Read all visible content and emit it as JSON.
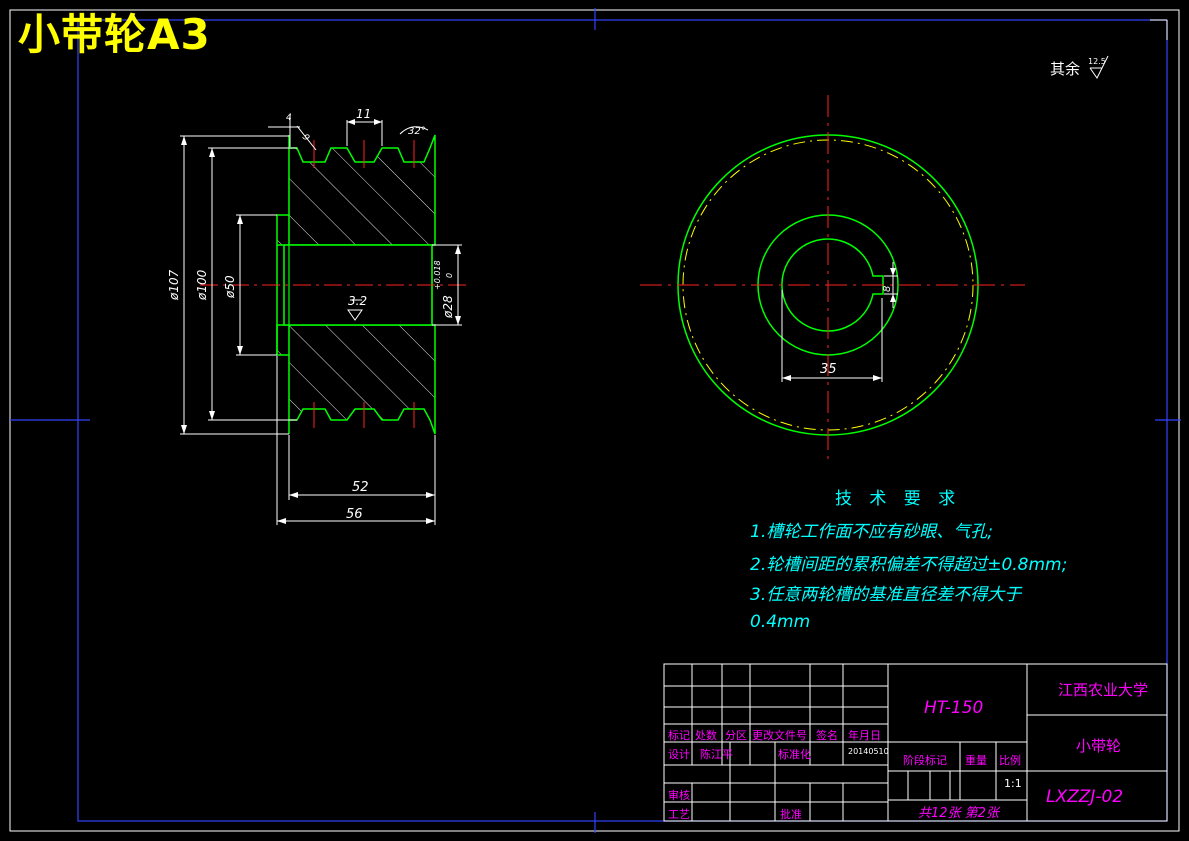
{
  "title": "小带轮A3",
  "surface_note": {
    "text": "其余",
    "roughness": "12.5"
  },
  "section_view": {
    "dims": {
      "groove_top": "11",
      "groove_angle": "32°",
      "groove_edge_a": "4",
      "groove_edge_b": "9",
      "dia_outer": "ø107",
      "dia_pitch": "ø100",
      "dia_hub": "ø50",
      "dia_bore": "ø28",
      "bore_tol_upper": "+0.018",
      "bore_tol_lower": "0",
      "roughness_bore": "3.2",
      "width_body": "52",
      "width_total": "56"
    }
  },
  "end_view": {
    "dims": {
      "hub_dia": "35",
      "keyway": "8"
    }
  },
  "requirements": {
    "heading": "技 术 要 求",
    "items": [
      "1.槽轮工作面不应有砂眼、气孔;",
      "2.轮槽间距的累积偏差不得超过±0.8mm;",
      "3.任意两轮槽的基准直径差不得大于",
      "0.4mm"
    ]
  },
  "title_block": {
    "material": "HT-150",
    "school": "江西农业大学",
    "part_name": "小带轮",
    "drawing_no": "LXZZJ-02",
    "header_labels": [
      "标记",
      "处数",
      "分区",
      "更改文件号",
      "签名",
      "年月日"
    ],
    "design_label": "设计",
    "designer": "陈江平",
    "standard_label": "标准化",
    "date": "20140510",
    "stage_label": "阶段标记",
    "weight_label": "重量",
    "scale_label": "比例",
    "scale": "1:1",
    "review_label": "审核",
    "process_label": "工艺",
    "approve_label": "批准",
    "sheets": "共12张 第2张"
  }
}
